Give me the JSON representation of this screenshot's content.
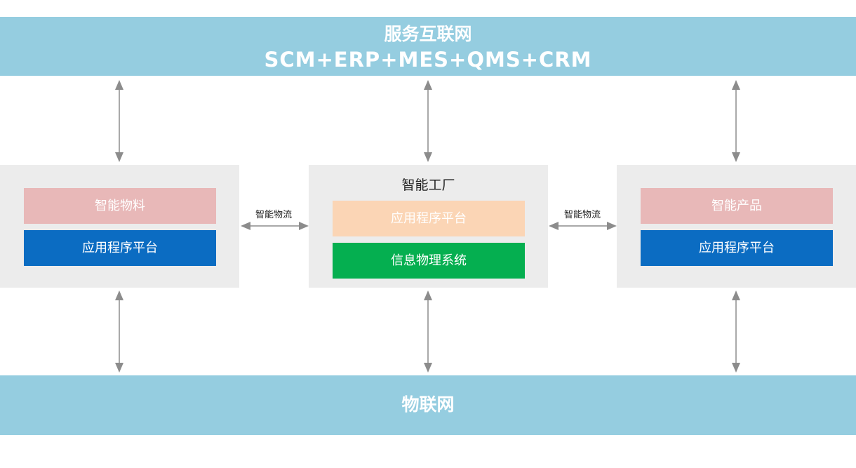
{
  "top_band": {
    "title": "服务互联网",
    "subtitle": "SCM+ERP+MES+QMS+CRM"
  },
  "bottom_band": {
    "title": "物联网"
  },
  "left_panel": {
    "top_box": "智能物料",
    "bottom_box": "应用程序平台"
  },
  "center_panel": {
    "title": "智能工厂",
    "top_box": "应用程序平台",
    "bottom_box": "信息物理系统"
  },
  "right_panel": {
    "top_box": "智能产品",
    "bottom_box": "应用程序平台"
  },
  "connectors": {
    "left_flow_label": "智能物流",
    "right_flow_label": "智能物流"
  },
  "colors": {
    "band": "#95cde0",
    "panel": "#ececec",
    "pink": "#e8b8b8",
    "blue": "#0b6cc2",
    "peach": "#fbd5b5",
    "green": "#05af50",
    "arrow": "#8c8c8c"
  }
}
